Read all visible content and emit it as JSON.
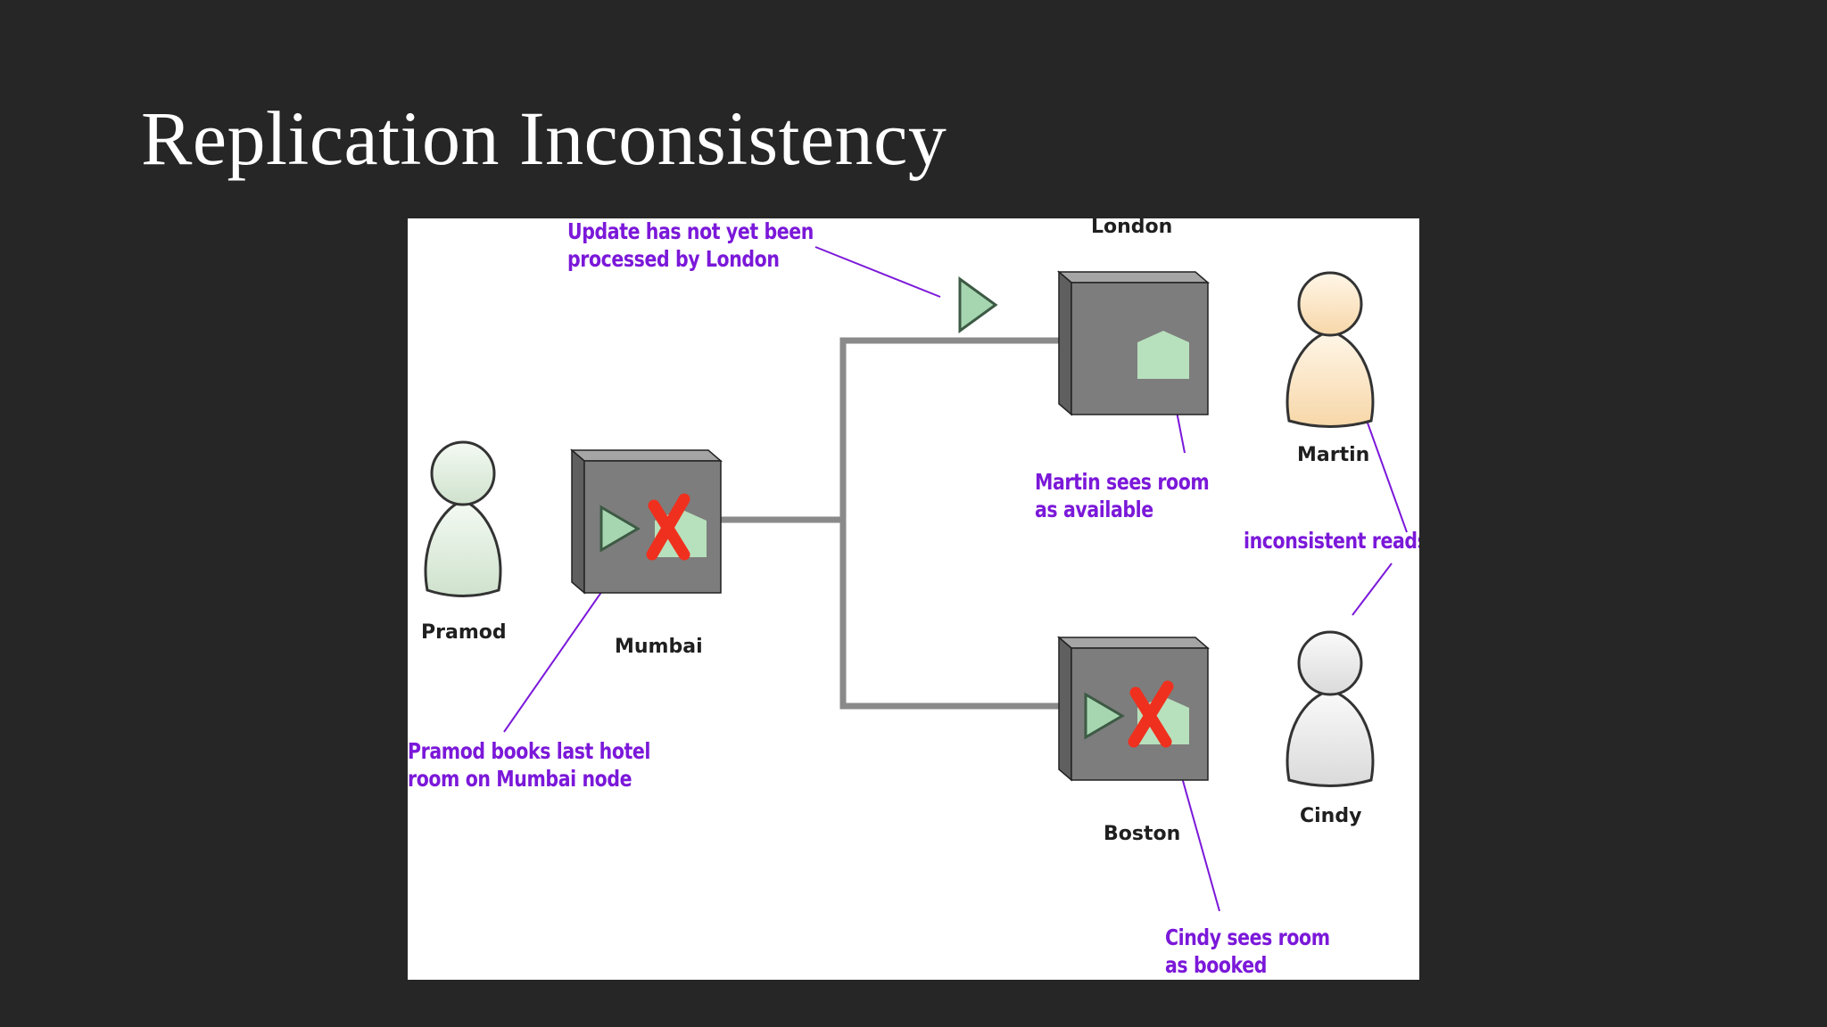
{
  "slide": {
    "title": "Replication Inconsistency"
  },
  "diagram": {
    "nodes": {
      "london": "London",
      "mumbai": "Mumbai",
      "boston": "Boston"
    },
    "people": {
      "pramod": "Pramod",
      "martin": "Martin",
      "cindy": "Cindy"
    },
    "annotations": {
      "update_pending": [
        "Update has not yet been",
        "processed by London"
      ],
      "martin_sees": [
        "Martin sees room",
        "as available"
      ],
      "inconsistent_reads": "inconsistent reads",
      "pramod_books": [
        "Pramod books last hotel",
        "room on Mumbai node"
      ],
      "cindy_sees": [
        "Cindy sees room",
        "as booked"
      ]
    },
    "colors": {
      "annotation": "#7b18d9",
      "server": "#7d7d7d",
      "link": "#8a8a8a",
      "update_arrow": "#a6d6b0",
      "cancel_mark": "#f0301e",
      "pramod": "#e4f0e2",
      "martin": "#fde6c4",
      "cindy": "#efefef"
    },
    "icons": [
      "update-arrow-icon",
      "cancel-x-icon",
      "hotel-room-icon",
      "server-icon",
      "person-icon"
    ]
  }
}
